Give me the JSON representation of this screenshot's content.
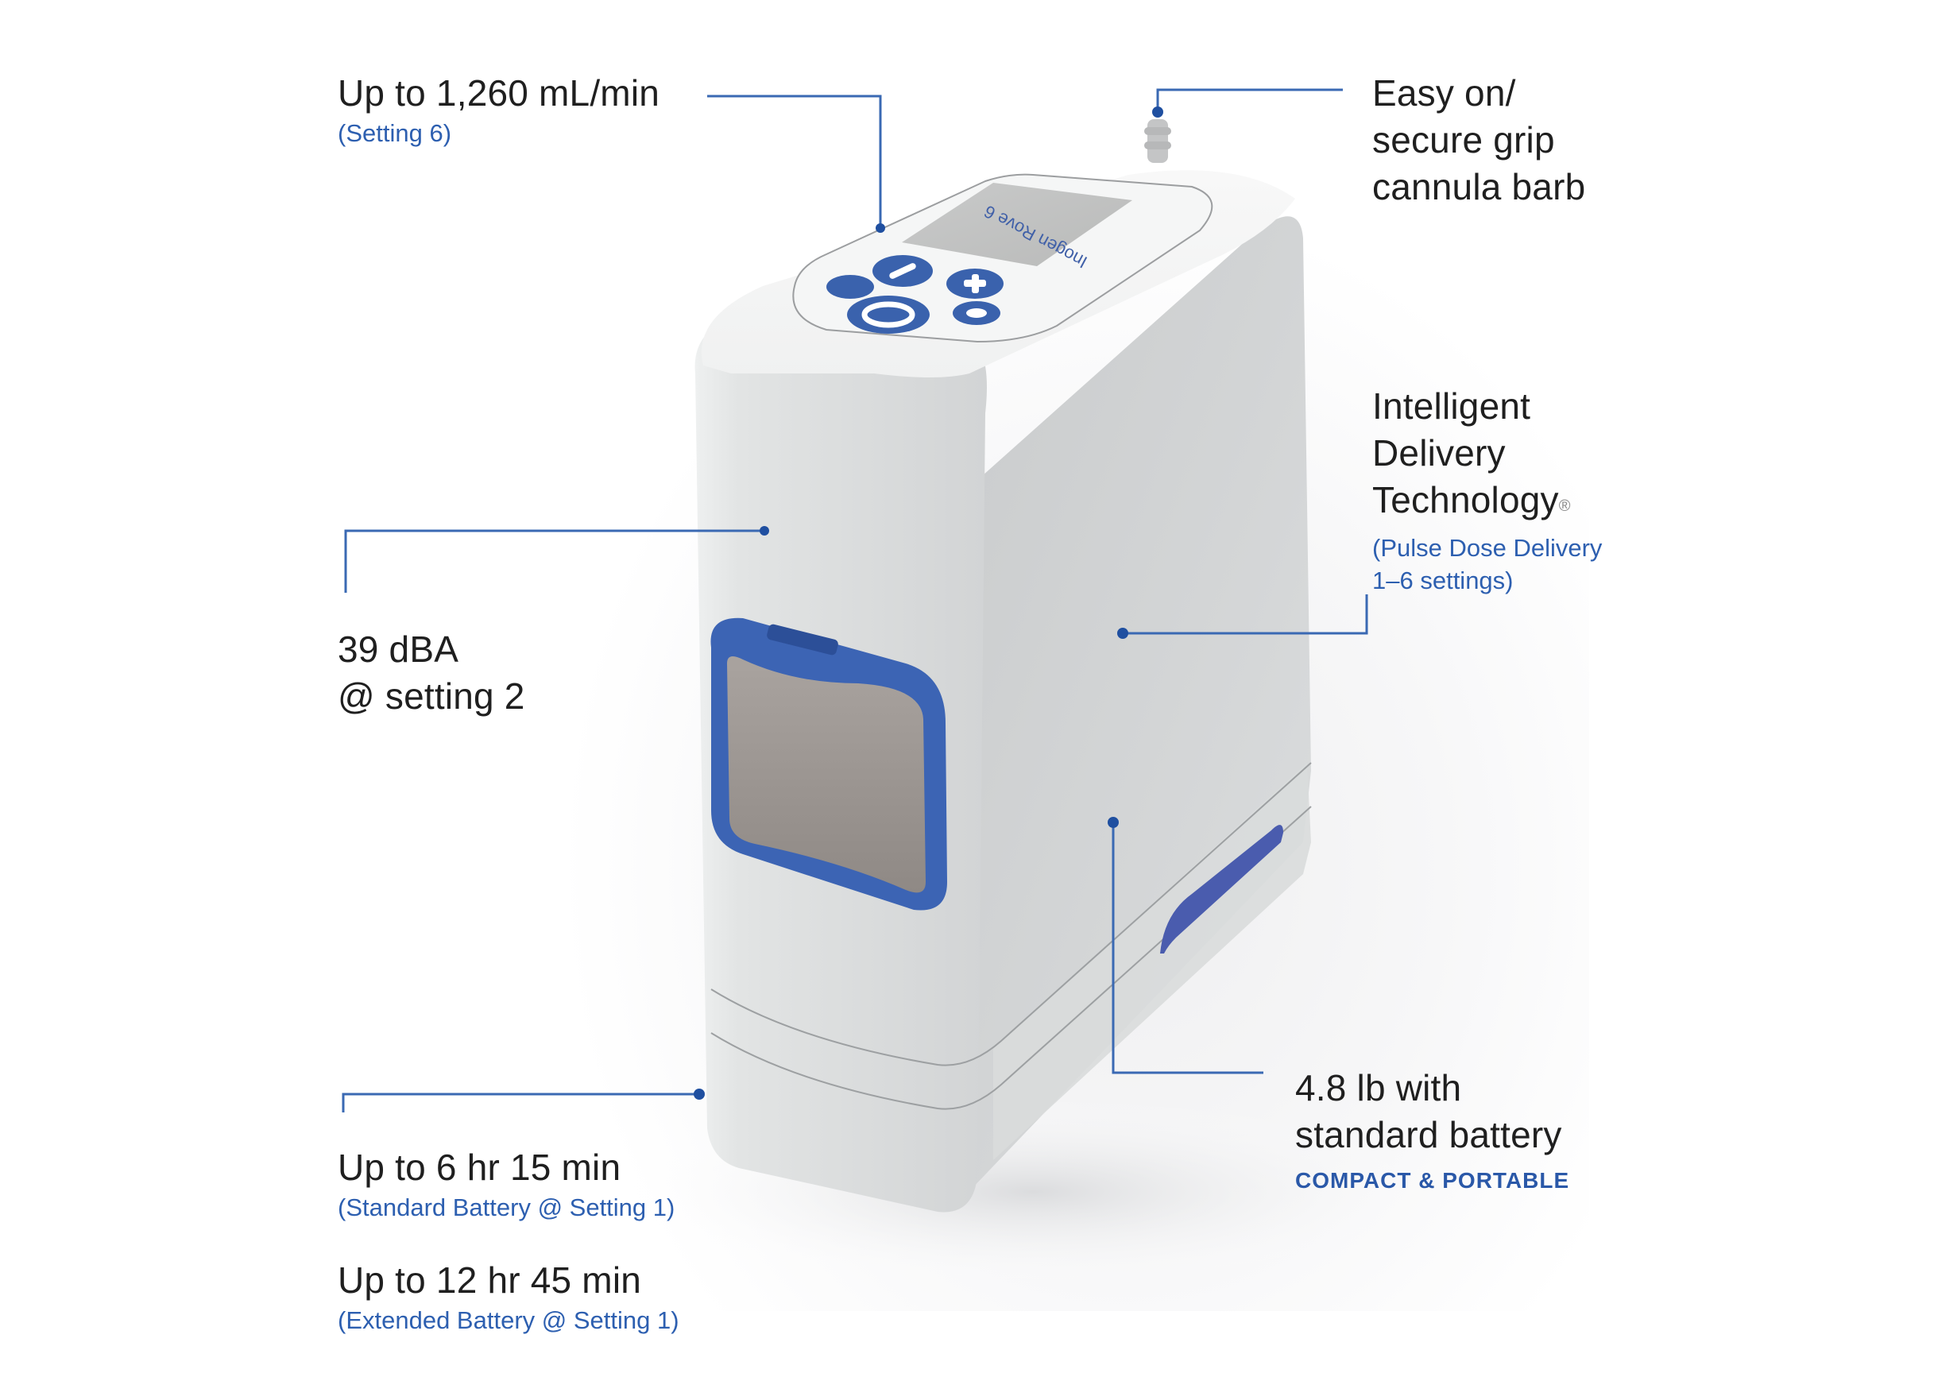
{
  "product": {
    "brand_mark_on_device": "Inogen Rove 6",
    "colors": {
      "accent_blue": "#2d5fb0",
      "callout_line": "#3a69b3",
      "callout_dot": "#1f4fa0",
      "text_dark": "#1f1f1f",
      "device_body": "#e4e5e6",
      "filter_frame": "#3c64b4"
    }
  },
  "callouts": {
    "flow": {
      "main": "Up to 1,260 mL/min",
      "sub": "(Setting 6)"
    },
    "cannula": {
      "line1": "Easy on/",
      "line2": "secure grip",
      "line3": "cannula barb"
    },
    "idt": {
      "line1": "Intelligent",
      "line2": "Delivery",
      "line3": "Technology",
      "reg_mark": "®",
      "sub1": "(Pulse Dose Delivery",
      "sub2": "1–6 settings)"
    },
    "noise": {
      "line1": "39 dBA",
      "line2": "@ setting 2"
    },
    "weight": {
      "line1": "4.8 lb with",
      "line2": "standard battery",
      "caps": "COMPACT & PORTABLE"
    },
    "battery_standard": {
      "main": "Up to 6 hr 15 min",
      "sub": "(Standard Battery @ Setting 1)"
    },
    "battery_extended": {
      "main": "Up to 12 hr 45 min",
      "sub": "(Extended Battery @ Setting 1)"
    }
  },
  "control_panel": {
    "buttons": [
      "alarm-mute",
      "minus",
      "plus",
      "power",
      "battery"
    ]
  }
}
